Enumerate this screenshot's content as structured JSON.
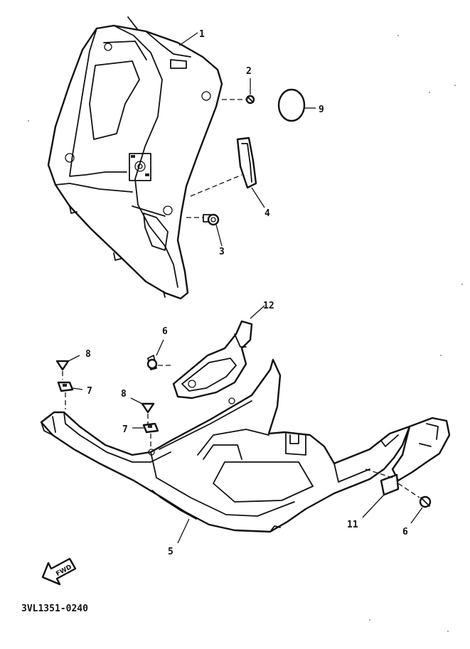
{
  "diagram": {
    "callouts": {
      "c1": "1",
      "c2": "2",
      "c3": "3",
      "c4": "4",
      "c5": "5",
      "c6a": "6",
      "c6b": "6",
      "c7a": "7",
      "c7b": "7",
      "c8a": "8",
      "c8b": "8",
      "c9": "9",
      "c11": "11",
      "c12": "12"
    },
    "fwd_label": "FWD",
    "drawing_code": "3VL1351-0240"
  }
}
